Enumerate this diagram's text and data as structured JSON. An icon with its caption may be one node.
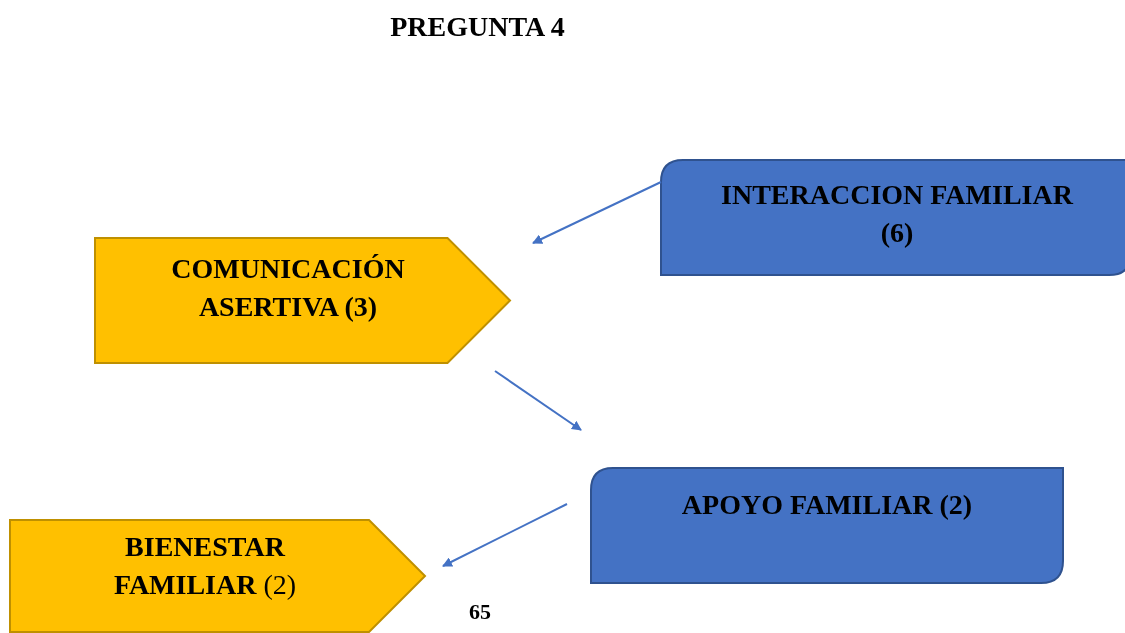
{
  "diagram": {
    "title": "PREGUNTA 4",
    "nodes": [
      {
        "text": [
          "INTERACCION FAMILIAR (6)"
        ]
      },
      {
        "text": [
          "COMUNICACIÓN ASERTIVA (3)"
        ]
      },
      {
        "text": [
          "APOYO FAMILIAR (2)"
        ]
      },
      {
        "text": [
          "**BIENESTAR FAMILIAR** (2)"
        ]
      }
    ],
    "edges": [
      {
        "from": 0,
        "to": 1,
        "arrow": "to"
      },
      {
        "from": 1,
        "to": 2,
        "arrow": "to"
      },
      {
        "from": 2,
        "to": 3,
        "arrow": "to"
      }
    ],
    "labels": [
      "65"
    ]
  }
}
